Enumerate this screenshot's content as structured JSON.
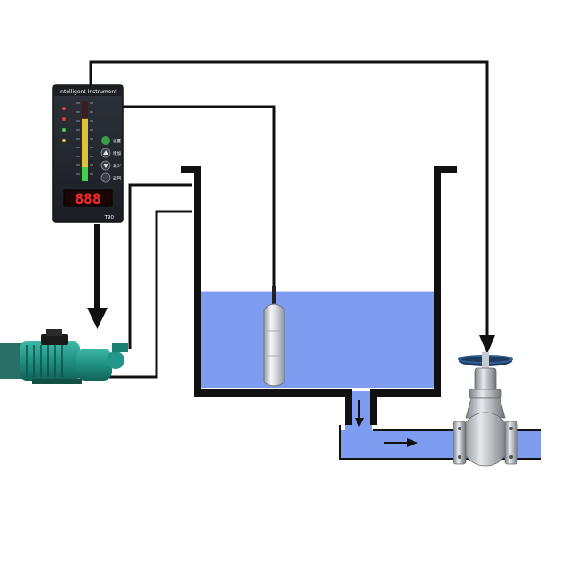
{
  "instrument": {
    "title": "Intelligent Instrument",
    "display_value": "888",
    "model": "T90",
    "bar_level": 0.78,
    "side_labels": [
      "",
      ""
    ],
    "buttons": [
      {
        "name": "set-button",
        "label": "设置"
      },
      {
        "name": "up-button",
        "label": "增加"
      },
      {
        "name": "down-button",
        "label": "减少"
      },
      {
        "name": "return-button",
        "label": "返回"
      }
    ]
  },
  "tank": {
    "water_level": 0.45
  },
  "colors": {
    "water": "#7e9df0",
    "wire": "#111111",
    "panel": "#23272e",
    "display": "#ff2a2a"
  }
}
